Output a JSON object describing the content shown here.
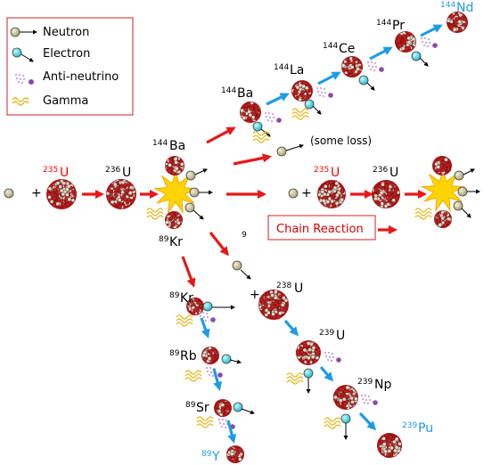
{
  "legend": {
    "neutron": "Neutron",
    "electron": "Electron",
    "antineutrino": "Anti-neutrino",
    "gamma": "Gamma"
  },
  "colors": {
    "red_arrow": "#e81818",
    "blue_arrow": "#1e9be6",
    "neutron": "#c8c08c",
    "electron": "#28d2dc",
    "nucleus_red": "#b01818",
    "nucleus_light": "#dcdccc",
    "flash": "#ffd400",
    "antineutrino": "#b070c8",
    "gamma": "#e8b820",
    "label_red": "#ff0000",
    "label_blue": "#1e9be6"
  },
  "labels": {
    "u235_sup": "235",
    "u235_sym": "U",
    "u236_sup": "236",
    "u236_sym": "U",
    "ba144_sup": "144",
    "ba144_sym": "Ba",
    "kr89_sup": "89",
    "kr89_sym": "Kr",
    "ba144b_sup": "144",
    "ba144b_sym": "Ba",
    "la144_sup": "144",
    "la144_sym": "La",
    "ce144_sup": "144",
    "ce144_sym": "Ce",
    "pr144_sup": "144",
    "pr144_sym": "Pr",
    "nd144_sup": "144",
    "nd144_sym": "Nd",
    "some_loss": "(some loss)",
    "u235b_sup": "235",
    "u235b_sym": "U",
    "u236b_sup": "236",
    "u236b_sym": "U",
    "chain_reaction": "Chain Reaction",
    "nine": "9",
    "u238_sup": "238",
    "u238_sym": "U",
    "u239_sup": "239",
    "u239_sym": "U",
    "np239_sup": "239",
    "np239_sym": "Np",
    "pu239_sup": "239",
    "pu239_sym": "Pu",
    "kr89b_sup": "89",
    "kr89b_sym": "Kr",
    "rb89_sup": "89",
    "rb89_sym": "Rb",
    "sr89_sup": "89",
    "sr89_sym": "Sr",
    "y89_sup": "89",
    "y89_sym": "Y"
  }
}
